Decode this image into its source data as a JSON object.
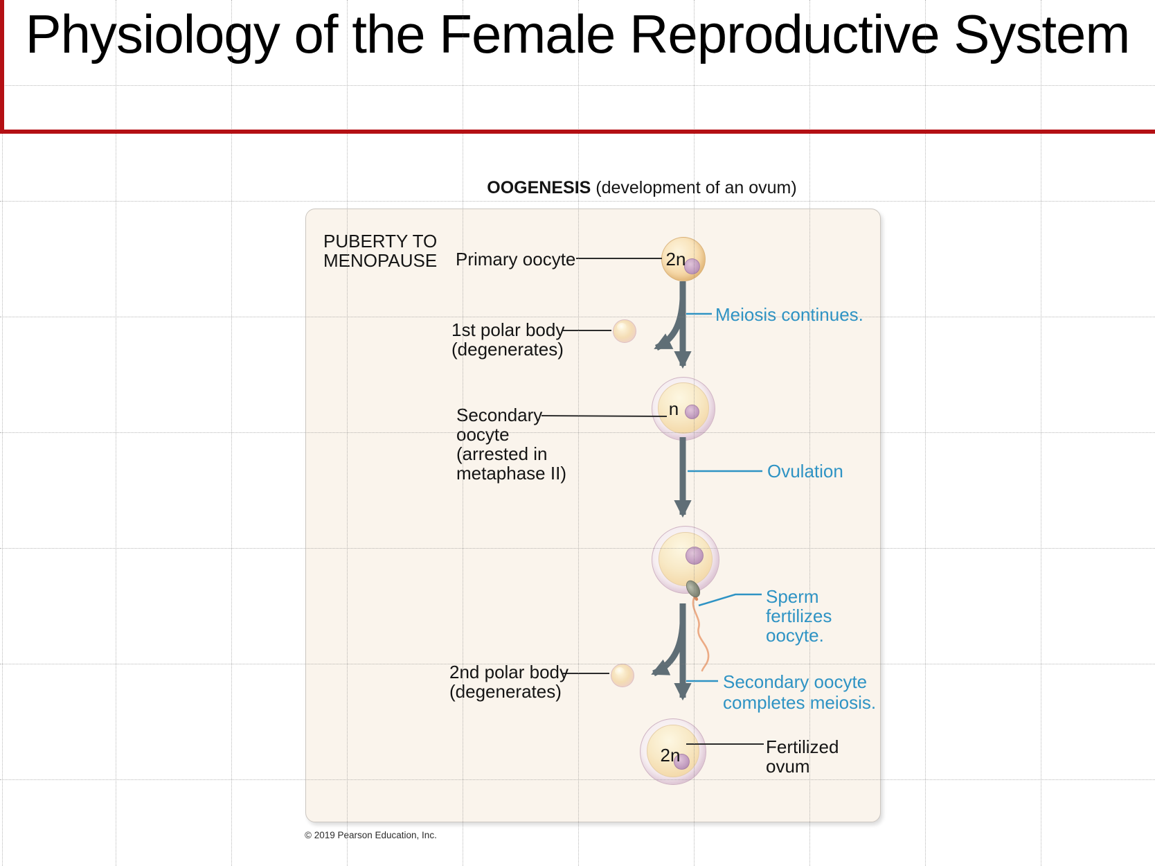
{
  "title": "Physiology of the Female Reproductive System",
  "subtitle": {
    "bold": "OOGENESIS",
    "rest": " (development of an ovum)"
  },
  "copyright": "© 2019 Pearson Education, Inc.",
  "panel": {
    "stage_label": "PUBERTY TO\nMENOPAUSE",
    "labels": {
      "primary_oocyte": "Primary oocyte",
      "first_polar_body": "1st polar body\n(degenerates)",
      "secondary_oocyte": "Secondary\noocyte\n(arrested in\nmetaphase II)",
      "second_polar_body": "2nd polar body\n(degenerates)",
      "fertilized_ovum": "Fertilized\novum"
    },
    "annotations": {
      "meiosis": "Meiosis continues.",
      "ovulation": "Ovulation",
      "sperm": "Sperm\nfertilizes\noocyte.",
      "completes": "Secondary oocyte\ncompletes meiosis."
    },
    "ploidy": {
      "primary": "2n",
      "secondary": "n",
      "fertilized": "2n"
    }
  },
  "colors": {
    "accent_red": "#b41014",
    "annotation_blue": "#2e93c4",
    "arrow_gray": "#5f6e76",
    "panel_bg": "#faf4ec"
  }
}
